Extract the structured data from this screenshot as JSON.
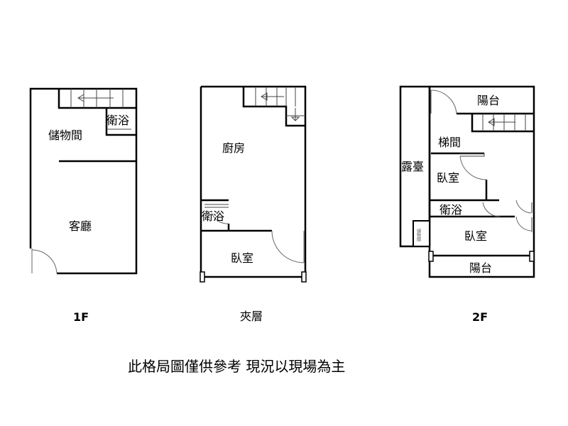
{
  "plans": {
    "first_floor": {
      "label": "1F",
      "rooms": {
        "storage": "儲物間",
        "bathroom": "衛浴",
        "living_room": "客廳"
      }
    },
    "mezzanine": {
      "label": "夾層",
      "rooms": {
        "kitchen": "廚房",
        "bathroom": "衛浴",
        "bedroom": "臥室"
      }
    },
    "second_floor": {
      "label": "2F",
      "rooms": {
        "balcony_top": "陽台",
        "stairwell": "梯間",
        "terrace": "露臺",
        "bedroom_1": "臥室",
        "bathroom": "衛浴",
        "bedroom_2": "臥室",
        "storage": "儲物間",
        "balcony_bottom": "陽台"
      }
    }
  },
  "caption": "此格局圖僅供參考 現況以現場為主"
}
